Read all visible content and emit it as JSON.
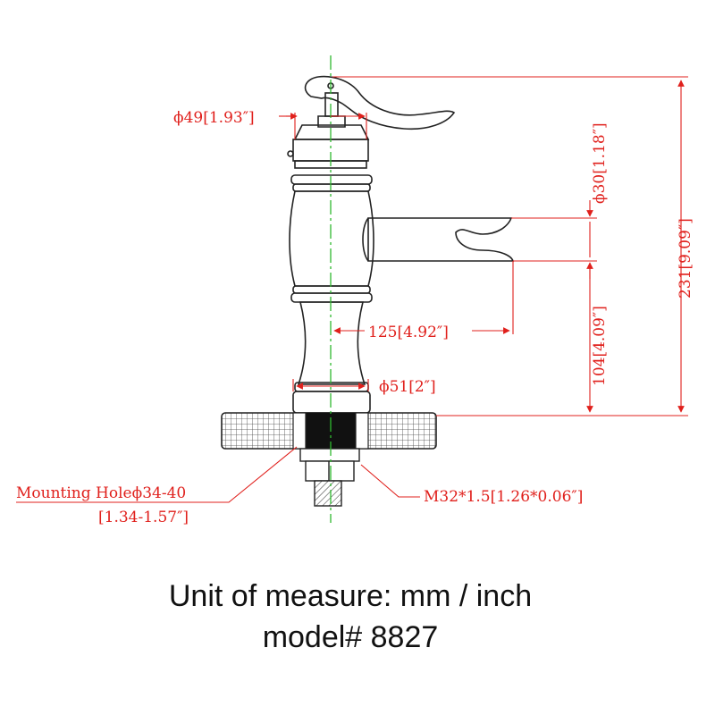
{
  "drawing": {
    "dimensions": {
      "handle_diameter": "ϕ49[1.93″]",
      "spout_diameter": "ϕ30[1.18″]",
      "total_height": "231[9.09″]",
      "spout_reach": "125[4.92″]",
      "spout_height": "104[4.09″]",
      "base_diameter": "ϕ51[2″]",
      "mounting_hole": "Mounting Holeϕ34-40",
      "mounting_hole_inch": "[1.34-1.57″]",
      "thread": "M32*1.5[1.26*0.06″]"
    },
    "captions": {
      "unit": "Unit of measure: mm / inch",
      "model": "model# 8827"
    }
  },
  "colors": {
    "dimension": "#e0201c",
    "outline": "#222222",
    "centerline": "#2fb82f"
  }
}
